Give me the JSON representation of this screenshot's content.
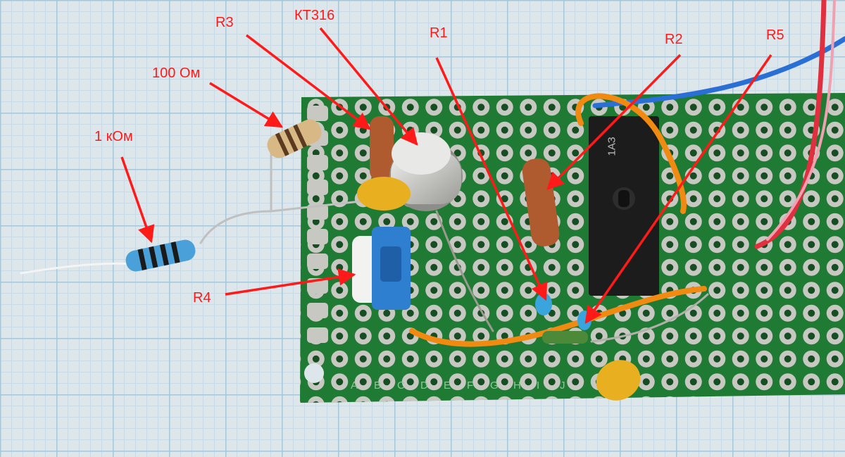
{
  "labels": {
    "r3": "R3",
    "kt316": "КТ316",
    "r1": "R1",
    "r2": "R2",
    "r5": "R5",
    "ohm100": "100 Ом",
    "kohm1": "1 кОм",
    "r4": "R4"
  },
  "ic_marking": "1АЗ",
  "pcb_letters": [
    "A",
    "B",
    "C",
    "D",
    "E",
    "F",
    "G",
    "H",
    "I",
    "J"
  ],
  "colors": {
    "annotation": "#ff1a1a",
    "pcb_green": "#1f7a33",
    "pad_silver": "#c8c8c2",
    "grid_paper": "#dde6ea"
  }
}
